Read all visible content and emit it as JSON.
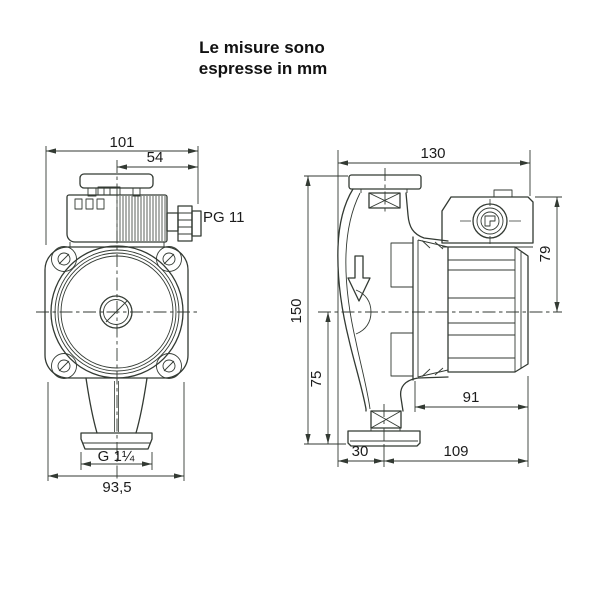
{
  "title": {
    "line1": "Le misure sono",
    "line2": "espresse in mm"
  },
  "front_view": {
    "dim_overall_width": "101",
    "dim_center_to_gland": "54",
    "cable_gland_label": "PG 11",
    "thread_label": "G 1¼",
    "dim_flange_width": "93,5"
  },
  "side_view": {
    "dim_overall_width": "130",
    "dim_overall_height": "150",
    "dim_box_to_axis": "79",
    "dim_axis_to_base": "75",
    "dim_motor_length": "91",
    "dim_axis_offset": "30",
    "dim_base_depth": "109"
  },
  "colors": {
    "line": "#333a33",
    "background": "#ffffff",
    "text": "#111111"
  }
}
